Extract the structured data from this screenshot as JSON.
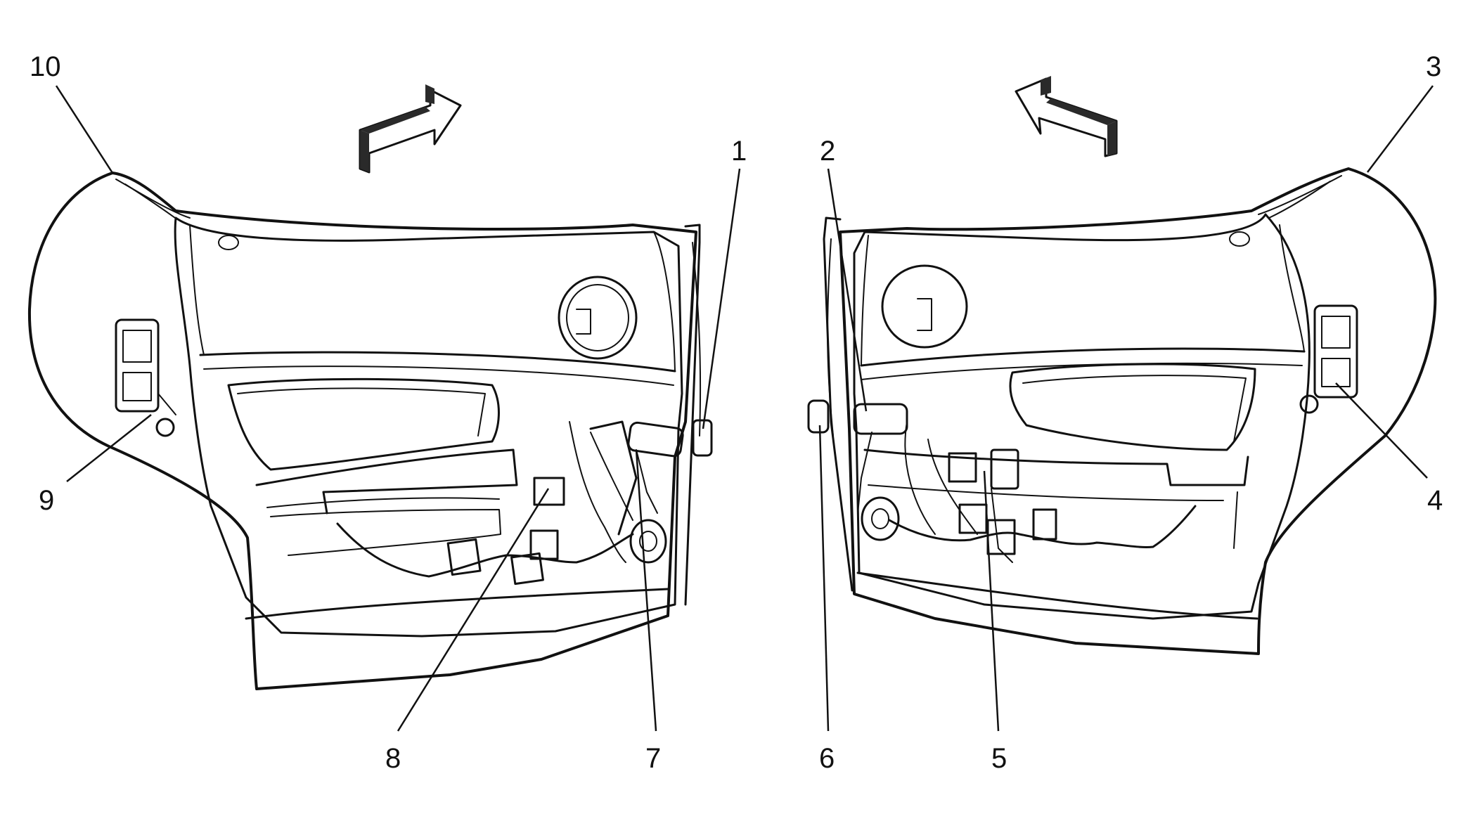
{
  "diagram": {
    "callouts": [
      {
        "id": "c1",
        "label": "1"
      },
      {
        "id": "c2",
        "label": "2"
      },
      {
        "id": "c3",
        "label": "3"
      },
      {
        "id": "c4",
        "label": "4"
      },
      {
        "id": "c5",
        "label": "5"
      },
      {
        "id": "c6",
        "label": "6"
      },
      {
        "id": "c7",
        "label": "7"
      },
      {
        "id": "c8",
        "label": "8"
      },
      {
        "id": "c9",
        "label": "9"
      },
      {
        "id": "c10",
        "label": "10"
      }
    ],
    "colors": {
      "line": "#111111",
      "panel_fill": "#ffffff",
      "arrow_dark": "#2a2a2a"
    }
  }
}
